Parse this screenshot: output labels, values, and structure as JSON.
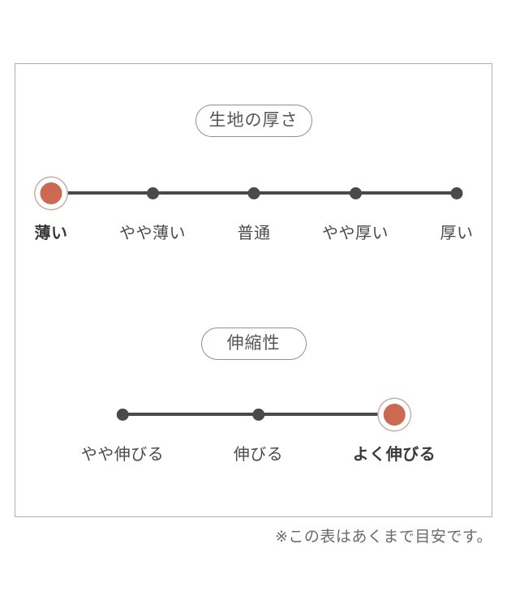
{
  "panel": {
    "footnote": "※この表はあくまで目安です。"
  },
  "colors": {
    "accent": "#cb6a51",
    "accent_ring": "#c9aea1",
    "ink": "#4a4a4a",
    "label_bold": "#3a3a3a",
    "box_border": "#b0b0b0",
    "pill_border": "#8f8f8f",
    "pill_text": "#555555",
    "footnote_text": "#6b6b6b",
    "background": "#ffffff"
  },
  "sections": [
    {
      "title": "生地の厚さ",
      "options": [
        {
          "label": "薄い",
          "selected": true
        },
        {
          "label": "やや薄い",
          "selected": false
        },
        {
          "label": "普通",
          "selected": false
        },
        {
          "label": "やや厚い",
          "selected": false
        },
        {
          "label": "厚い",
          "selected": false
        }
      ]
    },
    {
      "title": "伸縮性",
      "options": [
        {
          "label": "やや伸びる",
          "selected": false
        },
        {
          "label": "伸びる",
          "selected": false
        },
        {
          "label": "よく伸びる",
          "selected": true
        }
      ]
    }
  ],
  "chart_data": [
    {
      "type": "scatter",
      "title": "生地の厚さ",
      "categories": [
        "薄い",
        "やや薄い",
        "普通",
        "やや厚い",
        "厚い"
      ],
      "selected": "薄い",
      "selected_index": 0,
      "legend_position": "none",
      "grid": false
    },
    {
      "type": "scatter",
      "title": "伸縮性",
      "categories": [
        "やや伸びる",
        "伸びる",
        "よく伸びる"
      ],
      "selected": "よく伸びる",
      "selected_index": 2,
      "legend_position": "none",
      "grid": false
    }
  ]
}
